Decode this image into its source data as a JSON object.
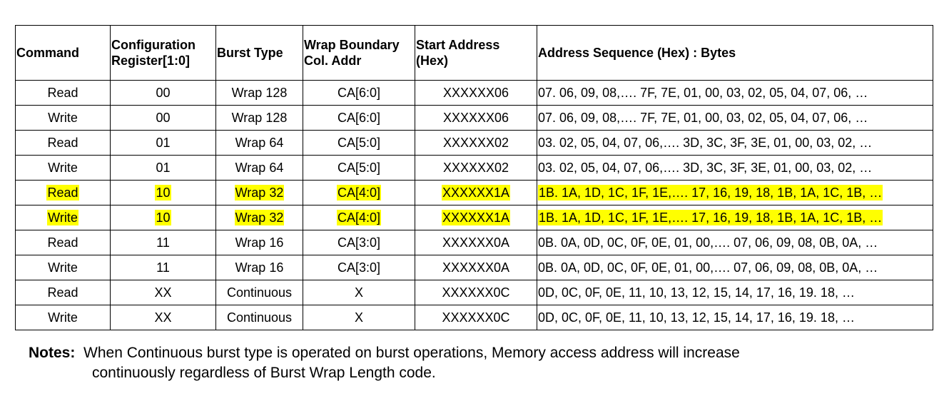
{
  "table": {
    "headers": [
      "Command",
      "Configuration Register[1:0]",
      "Burst Type",
      "Wrap Boundary Col. Addr",
      "Start Address (Hex)",
      "Address Sequence (Hex) : Bytes"
    ],
    "header_lines": {
      "command": [
        "Command"
      ],
      "config": [
        "Configuration",
        "Register[1:0]"
      ],
      "burst": [
        "Burst Type"
      ],
      "wrap": [
        "Wrap Boundary",
        "Col. Addr"
      ],
      "start": [
        "Start Address",
        "(Hex)"
      ],
      "sequence": [
        "Address Sequence (Hex) : Bytes"
      ]
    },
    "rows": [
      {
        "command": "Read",
        "config": "00",
        "burst": "Wrap 128",
        "wrap": "CA[6:0]",
        "start": "XXXXXX06",
        "sequence": "07. 06, 09, 08,…. 7F, 7E, 01, 00, 03, 02, 05, 04, 07, 06, …",
        "highlighted": false
      },
      {
        "command": "Write",
        "config": "00",
        "burst": "Wrap 128",
        "wrap": "CA[6:0]",
        "start": "XXXXXX06",
        "sequence": "07. 06, 09, 08,…. 7F, 7E, 01, 00, 03, 02, 05, 04, 07, 06, …",
        "highlighted": false
      },
      {
        "command": "Read",
        "config": "01",
        "burst": "Wrap 64",
        "wrap": "CA[5:0]",
        "start": "XXXXXX02",
        "sequence": "03. 02, 05, 04, 07, 06,…. 3D, 3C, 3F, 3E, 01, 00, 03, 02, …",
        "highlighted": false
      },
      {
        "command": "Write",
        "config": "01",
        "burst": "Wrap 64",
        "wrap": "CA[5:0]",
        "start": "XXXXXX02",
        "sequence": "03. 02, 05, 04, 07, 06,…. 3D, 3C, 3F, 3E, 01, 00, 03, 02, …",
        "highlighted": false
      },
      {
        "command": "Read",
        "config": "10",
        "burst": "Wrap 32",
        "wrap": "CA[4:0]",
        "start": "XXXXXX1A",
        "sequence": "1B. 1A, 1D, 1C, 1F, 1E,…. 17, 16, 19, 18, 1B, 1A, 1C, 1B, …",
        "highlighted": true
      },
      {
        "command": "Write",
        "config": "10",
        "burst": "Wrap 32",
        "wrap": "CA[4:0]",
        "start": "XXXXXX1A",
        "sequence": "1B. 1A, 1D, 1C, 1F, 1E,…. 17, 16, 19, 18, 1B, 1A, 1C, 1B, …",
        "highlighted": true
      },
      {
        "command": "Read",
        "config": "11",
        "burst": "Wrap 16",
        "wrap": "CA[3:0]",
        "start": "XXXXXX0A",
        "sequence": "0B. 0A, 0D, 0C, 0F, 0E, 01, 00,…. 07, 06, 09, 08, 0B, 0A, …",
        "highlighted": false
      },
      {
        "command": "Write",
        "config": "11",
        "burst": "Wrap 16",
        "wrap": "CA[3:0]",
        "start": "XXXXXX0A",
        "sequence": "0B. 0A, 0D, 0C, 0F, 0E, 01, 00,…. 07, 06, 09, 08, 0B, 0A, …",
        "highlighted": false
      },
      {
        "command": "Read",
        "config": "XX",
        "burst": "Continuous",
        "wrap": "X",
        "start": "XXXXXX0C",
        "sequence": "0D, 0C, 0F, 0E, 11, 10, 13, 12, 15, 14, 17, 16, 19. 18, …",
        "highlighted": false
      },
      {
        "command": "Write",
        "config": "XX",
        "burst": "Continuous",
        "wrap": "X",
        "start": "XXXXXX0C",
        "sequence": "0D, 0C, 0F, 0E, 11, 10, 13, 12, 15, 14, 17, 16, 19. 18, …",
        "highlighted": false
      }
    ]
  },
  "notes": {
    "label": "Notes:",
    "line1": "When Continuous burst type is operated on burst  operations, Memory access address will increase",
    "line2": "continuously regardless of Burst Wrap Length code."
  },
  "colors": {
    "highlight": "#ffff00",
    "border": "#000000",
    "text": "#000000"
  }
}
